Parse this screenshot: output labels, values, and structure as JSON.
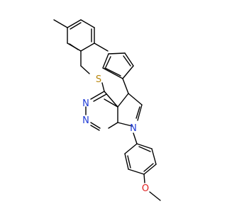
{
  "molecule": {
    "atom_labels": {
      "sulfur": "S",
      "nitrogen_ring_a": "N",
      "nitrogen_ring_b": "N",
      "nitrogen_pyrrole": "N",
      "oxygen": "O"
    },
    "colors": {
      "sulfur": "#b8860b",
      "nitrogen": "#1f3bd6",
      "oxygen": "#e02020",
      "bond": "#000000"
    }
  }
}
